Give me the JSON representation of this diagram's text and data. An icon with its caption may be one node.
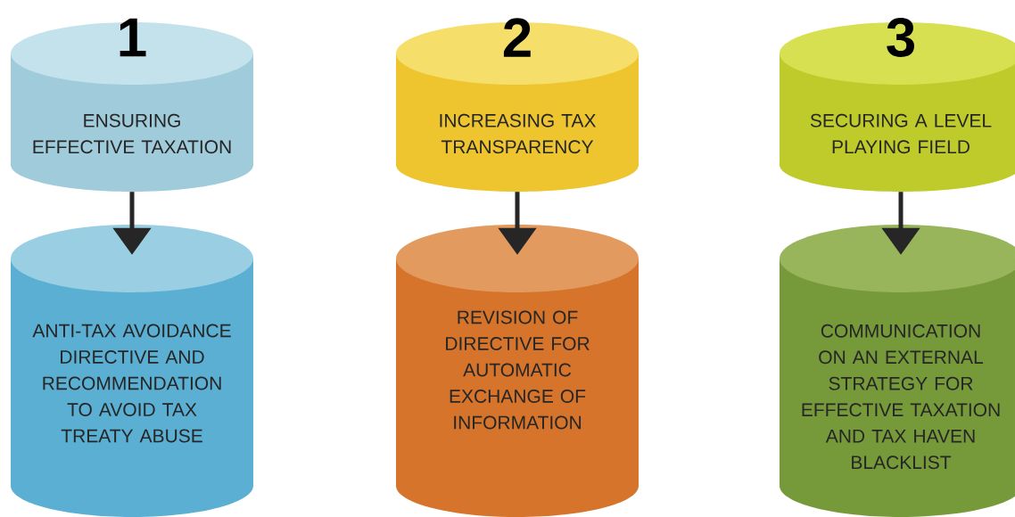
{
  "diagram": {
    "nodes": [
      {
        "text": [
          "1",
          "ENSURING EFFECTIVE TAXATION"
        ]
      },
      {
        "text": [
          "ANTI-TAX AVOIDANCE DIRECTIVE AND RECOMMENDATION TO AVOID TAX TREATY ABUSE"
        ]
      },
      {
        "text": [
          "2",
          "INCREASING TAX TRANSPARENCY"
        ]
      },
      {
        "text": [
          "REVISION OF DIRECTIVE FOR AUTOMATIC EXCHANGE OF INFORMATION"
        ]
      },
      {
        "text": [
          "3",
          "SECURING A LEVEL PLAYING FIELD"
        ]
      },
      {
        "text": [
          "COMMUNICATION ON AN EXTERNAL STRATEGY FOR EFFECTIVE TAXATION AND TAX HAVEN BLACKLIST"
        ]
      }
    ],
    "edges": [
      {
        "from": 0,
        "to": 1,
        "arrow": "to"
      },
      {
        "from": 2,
        "to": 3,
        "arrow": "to"
      },
      {
        "from": 4,
        "to": 5,
        "arrow": "to"
      }
    ]
  }
}
